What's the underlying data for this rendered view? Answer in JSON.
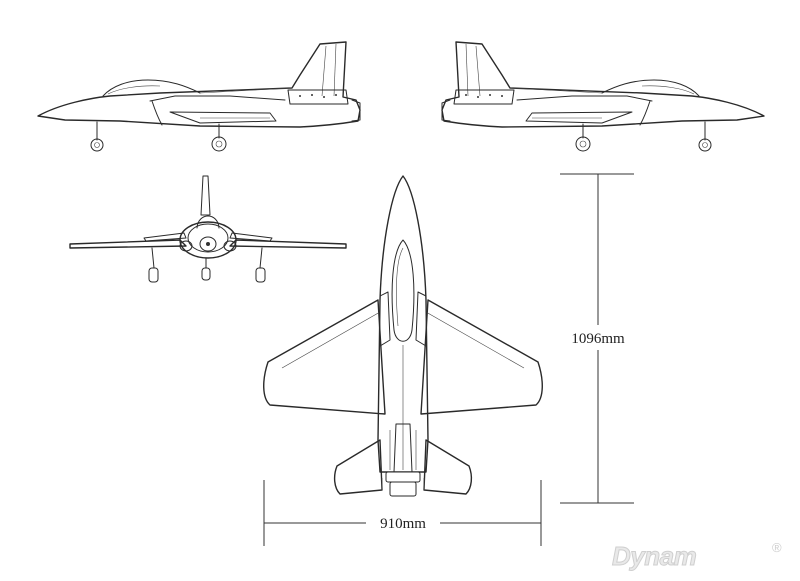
{
  "dimensions": {
    "height_label": "1096mm",
    "width_label": "910mm"
  },
  "brand": {
    "name": "Dynam",
    "registered_mark": "®"
  },
  "colors": {
    "line": "#2a2a2a",
    "watermark": "#cfcfcf"
  }
}
